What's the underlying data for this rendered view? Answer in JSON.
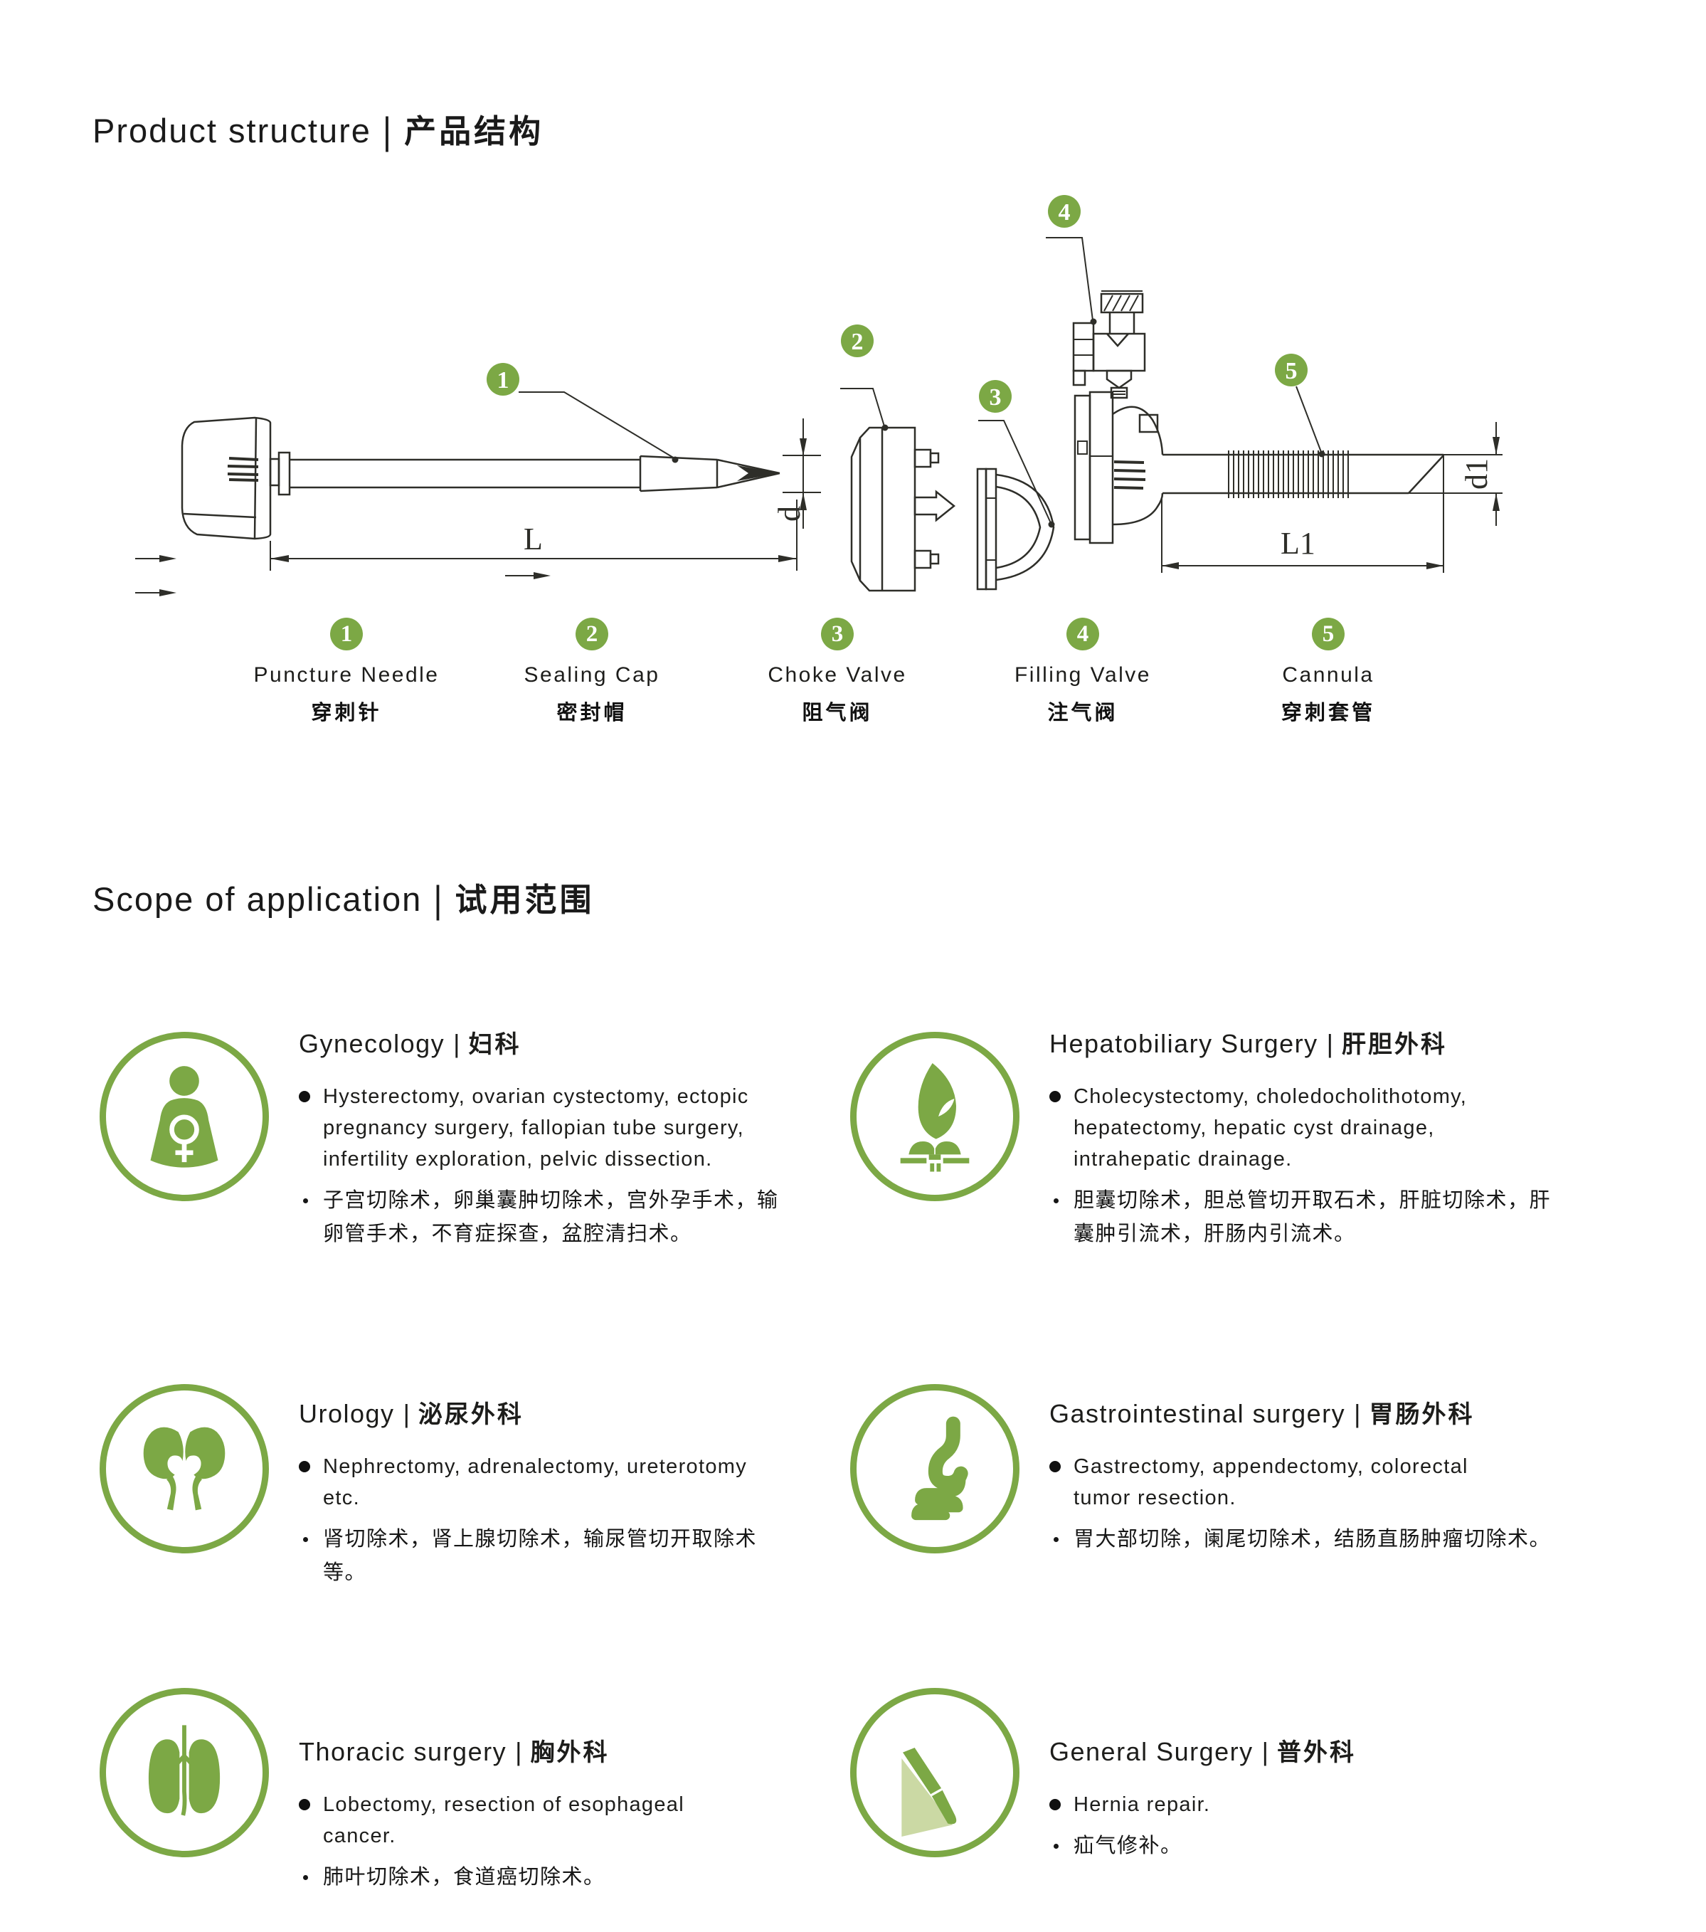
{
  "headings": {
    "separator": "|",
    "structure_en": "Product structure",
    "structure_zh": "产品结构",
    "scope_en": "Scope of application",
    "scope_zh": "试用范围"
  },
  "diagram": {
    "dimensions": {
      "needle_length": "L",
      "needle_diameter": "d",
      "cannula_length": "L1",
      "cannula_diameter": "d1"
    },
    "parts": [
      {
        "num": "1",
        "en": "Puncture Needle",
        "zh": "穿刺针"
      },
      {
        "num": "2",
        "en": "Sealing Cap",
        "zh": "密封帽"
      },
      {
        "num": "3",
        "en": "Choke Valve",
        "zh": "阻气阀"
      },
      {
        "num": "4",
        "en": "Filling Valve",
        "zh": "注气阀"
      },
      {
        "num": "5",
        "en": "Cannula",
        "zh": "穿刺套管"
      }
    ]
  },
  "applications": [
    {
      "title_en": "Gynecology",
      "title_zh": "妇科",
      "en": "Hysterectomy, ovarian cystectomy, ectopic pregnancy surgery, fallopian tube surgery, infertility exploration, pelvic dissection.",
      "zh": "子宫切除术，卵巢囊肿切除术，宫外孕手术，输卵管手术，不育症探查，盆腔清扫术。"
    },
    {
      "title_en": "Hepatobiliary Surgery",
      "title_zh": "肝胆外科",
      "en": "Cholecystectomy, choledocholithotomy, hepatectomy, hepatic cyst drainage, intrahepatic drainage.",
      "zh": "胆囊切除术，胆总管切开取石术，肝脏切除术，肝囊肿引流术，肝肠内引流术。"
    },
    {
      "title_en": "Urology",
      "title_zh": "泌尿外科",
      "en": "Nephrectomy, adrenalectomy, ureterotomy etc.",
      "zh": "肾切除术，肾上腺切除术，输尿管切开取除术等。"
    },
    {
      "title_en": "Gastrointestinal surgery",
      "title_zh": "胃肠外科",
      "en": "Gastrectomy, appendectomy, colorectal tumor resection.",
      "zh": "胃大部切除，阑尾切除术，结肠直肠肿瘤切除术。"
    },
    {
      "title_en": "Thoracic surgery",
      "title_zh": "胸外科",
      "en": "Lobectomy, resection of esophageal cancer.",
      "zh": "肺叶切除术，食道癌切除术。"
    },
    {
      "title_en": "General Surgery",
      "title_zh": "普外科",
      "en": "Hernia repair.",
      "zh": "疝气修补。"
    }
  ],
  "colors": {
    "accent_green": "#7CA845",
    "light_green": "#CBD9A4",
    "ink": "#1D1D1B",
    "line": "#2E2E29"
  }
}
